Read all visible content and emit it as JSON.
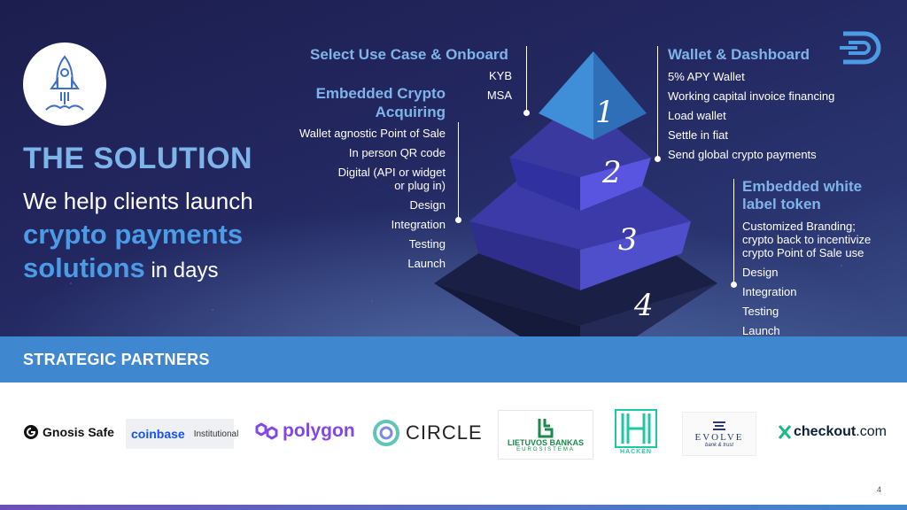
{
  "hero": {
    "title": "THE SOLUTION",
    "line1": "We help clients launch",
    "line2": "crypto payments",
    "line3_hl": "solutions",
    "line3_rest": " in days"
  },
  "tiers": {
    "t1_num": "1",
    "t2_num": "2",
    "t3_num": "3",
    "t4_num": "4"
  },
  "left_top": {
    "heading": "Select Use Case & Onboard",
    "items": [
      "KYB",
      "MSA"
    ]
  },
  "left_mid": {
    "heading_line1": "Embedded Crypto",
    "heading_line2": "Acquiring",
    "items": [
      "Wallet agnostic Point of Sale",
      "In person QR code",
      "Digital (API or widget",
      "or plug in)",
      "Design",
      "Integration",
      "Testing",
      "Launch"
    ]
  },
  "right_top": {
    "heading": "Wallet & Dashboard",
    "items": [
      "5% APY Wallet",
      "Working capital invoice financing",
      "Load wallet",
      "Settle in fiat",
      "Send global crypto payments"
    ]
  },
  "right_bottom": {
    "heading_line1": "Embedded white",
    "heading_line2": "label token",
    "items": [
      "Customized Branding;",
      "crypto back to incentivize",
      "crypto Point of Sale use",
      "Design",
      "Integration",
      "Testing",
      "Launch"
    ]
  },
  "partners": {
    "title": "STRATEGIC PARTNERS",
    "gnosis": "Gnosis Safe",
    "coinbase": "coinbase",
    "coinbase_sub": "Institutional",
    "polygon": "polygon",
    "circle": "CIRCLE",
    "lietuvos": "LIETUVOS BANKAS",
    "lietuvos_sub": "EUROSISTEMA",
    "hacken": "HACKEN",
    "evolve": "EVOLVE",
    "evolve_sub": "bank & trust",
    "checkout": "checkout",
    "checkout_tld": ".com"
  },
  "page_number": "4",
  "colors": {
    "accent_light": "#7fb4ea",
    "accent": "#4b9be5",
    "bar": "#3f88d0"
  }
}
